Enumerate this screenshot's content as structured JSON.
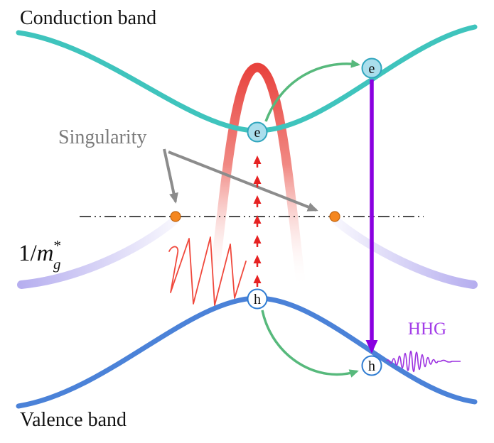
{
  "labels": {
    "conduction_band": "Conduction band",
    "valence_band": "Valence band",
    "singularity": "Singularity",
    "inverse_mass_num": "1/",
    "inverse_mass_var": "m",
    "inverse_mass_sup": "*",
    "inverse_mass_sub": "g",
    "electron": "e",
    "hole": "h",
    "hhg": "HHG"
  },
  "colors": {
    "conduction_band": "#3fc4bd",
    "valence_band": "#4b82d8",
    "singularity_curve": "#e8413c",
    "singularity_curve_mid": "#f0837d",
    "singularity_curve_fade": "#ffffff",
    "negative_mass_curve": "#b2aaee",
    "axis_line": "#111111",
    "singularity_dot": "#f5871f",
    "singularity_dot_edge": "#c1650f",
    "gray_arrow": "#8c8c8c",
    "excitation_arrow": "#e62222",
    "laser_pulse": "#f0483c",
    "transport_arrow": "#57b97c",
    "recombination_arrow": "#8a00e0",
    "hhg_text": "#a33de8",
    "hhg_wave": "#9b30e0",
    "electron_fill": "#aadeec",
    "electron_edge": "#2fa5bd",
    "hole_fill": "#ffffff",
    "hole_edge": "#2f7cd2",
    "band_text": "#111111",
    "singularity_text": "#7b7b7b"
  }
}
